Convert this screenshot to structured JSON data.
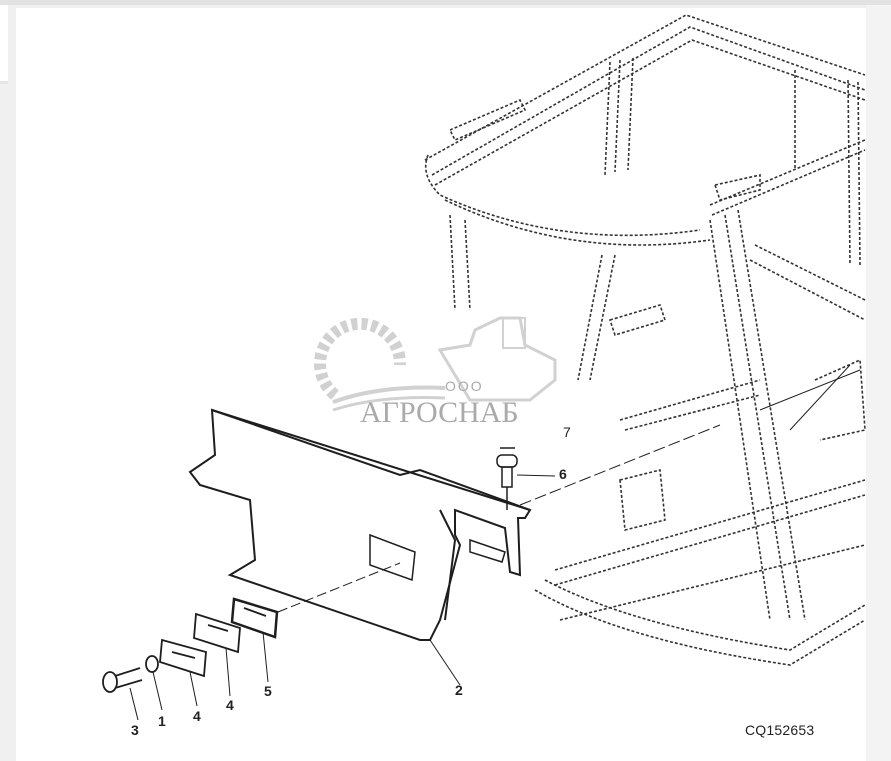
{
  "diagram": {
    "type": "exploded-parts-view",
    "subject": "Cab frame with side panel and mounting hardware",
    "figure_code": "CQ152653",
    "callouts": [
      {
        "id": "c1",
        "label": "1",
        "part": "washer"
      },
      {
        "id": "c2",
        "label": "2",
        "part": "side panel"
      },
      {
        "id": "c3",
        "label": "3",
        "part": "screw"
      },
      {
        "id": "c4a",
        "label": "4",
        "part": "plate"
      },
      {
        "id": "c4b",
        "label": "4",
        "part": "plate"
      },
      {
        "id": "c5",
        "label": "5",
        "part": "gasket"
      },
      {
        "id": "c6",
        "label": "6",
        "part": "bolt"
      },
      {
        "id": "c7",
        "label": "7",
        "part": "fastener"
      }
    ]
  },
  "watermark": {
    "prefix": "ООО",
    "name": "АГРОСНАБ"
  },
  "colors": {
    "line": "#1e1e1e",
    "dashed": "#333333",
    "watermark": "#a0a0a0",
    "background": "#ffffff",
    "page": "#f0f0f0"
  }
}
